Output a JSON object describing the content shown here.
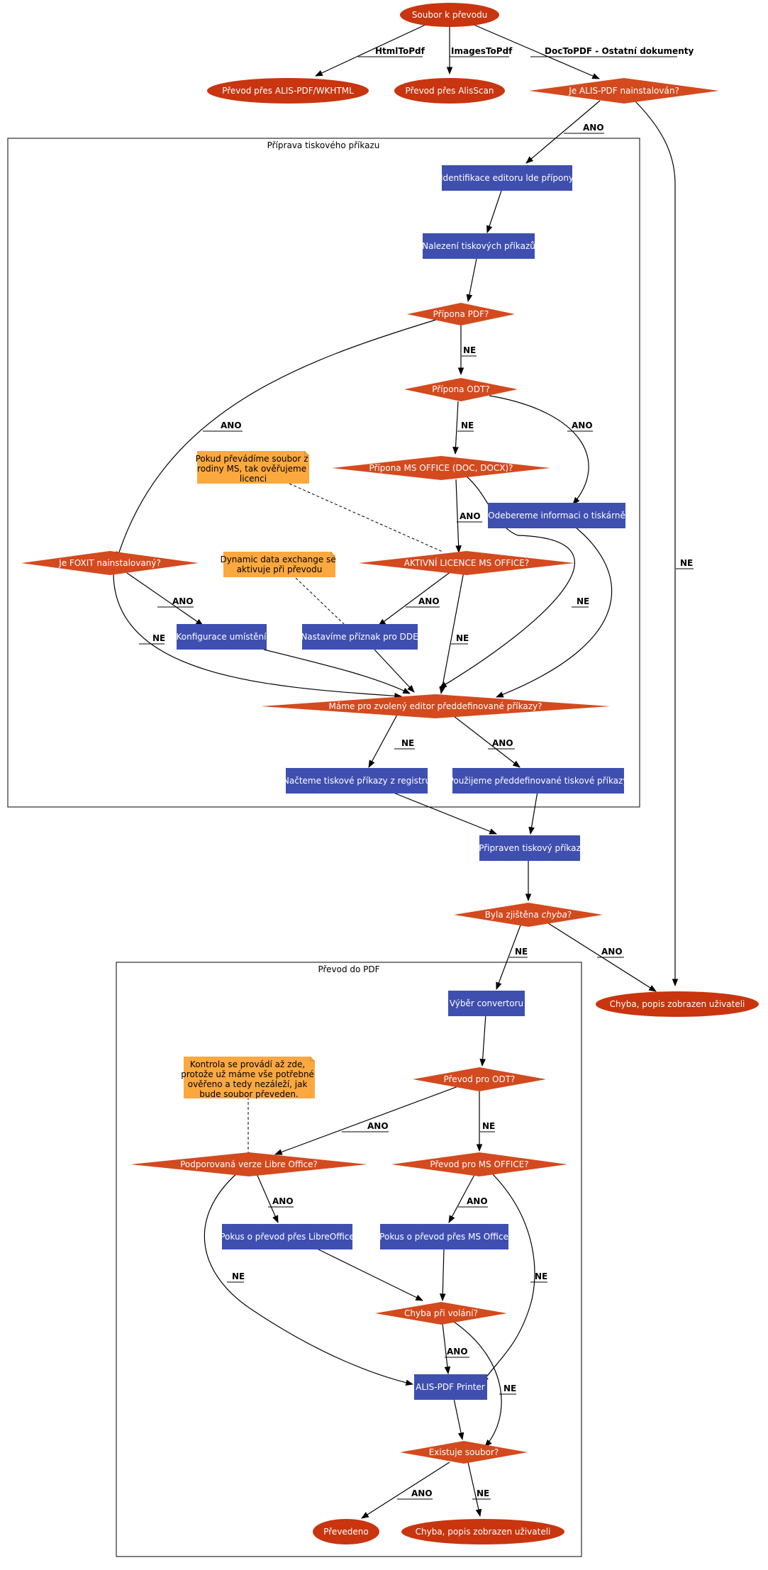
{
  "colors": {
    "start": "#c8350f",
    "decision": "#d34a1e",
    "process": "#3f4fb0",
    "note": "#fba83f",
    "text_light": "#ffffff",
    "text_dark": "#000000"
  },
  "clusters": {
    "prep": "Příprava tiskového příkazu",
    "convert": "Převod do PDF"
  },
  "nodes": {
    "start": "Soubor k převodu",
    "wkhtml": "Převod přes ALIS-PDF/WKHTML",
    "alisscan": "Převod přes AlisScan",
    "alis_installed": "Je ALIS-PDF nainstalován?",
    "identify": "Identifikace editoru lde přípony",
    "find_cmds": "Nalezení tiskových příkazů",
    "ext_pdf": "Přípona PDF?",
    "ext_odt": "Přípona ODT?",
    "ext_ms": "Přípona MS OFFICE (DOC, DOCX)?",
    "printer_info": "Odebereme informaci o tiskárně",
    "foxit": "Je FOXIT nainstalovaný?",
    "ms_license": "AKTIVNÍ LICENCE MS OFFICE?",
    "config": "Konfigurace umístění",
    "dde_flag": "Nastavíme příznak pro DDE",
    "predefined": "Máme pro zvolený editor předdefinované příkazy?",
    "load_registry": "Načteme tiskové příkazy z registru",
    "use_predefined": "Použijeme předdefinované tiskové příkazy",
    "cmd_ready": "Připraven tiskový příkaz",
    "error_found_pre": "Byla zjištěna ",
    "error_found_em": "chyba",
    "error_found_post": "?",
    "error_user_1": "Chyba, popis zobrazen uživateli",
    "converter_select": "Výběr convertoru",
    "conv_odt": "Převod pro ODT?",
    "lo_supported": "Podporovaná verze Libre Office?",
    "conv_ms": "Převod pro MS OFFICE?",
    "try_lo": "Pokus o převod přes LibreOffice",
    "try_ms": "Pokus o převod přes MS Office",
    "call_error": "Chyba při volání?",
    "alis_printer": "ALIS-PDF Printer",
    "file_exists": "Existuje soubor?",
    "converted": "Převedeno",
    "error_user_2": "Chyba, popis zobrazen uživateli"
  },
  "notes": {
    "ms_license_note": [
      "Pokud převádíme soubor z",
      "rodiny MS, tak ověřujeme",
      "licenci"
    ],
    "dde_note": [
      "Dynamic data exchange se",
      "aktivuje při převodu"
    ],
    "lo_note": [
      "Kontrola se provádí až zde,",
      "protože už máme vše potřebné",
      "ověřeno a tedy nezáleží, jak",
      "bude soubor převeden."
    ]
  },
  "edge_labels": {
    "htmltopdf": "HtmlToPdf",
    "imagestopdf": "ImagesToPdf",
    "doctopdf": "DocToPDF - Ostatní dokumenty",
    "yes": "ANO",
    "no": "NE"
  }
}
